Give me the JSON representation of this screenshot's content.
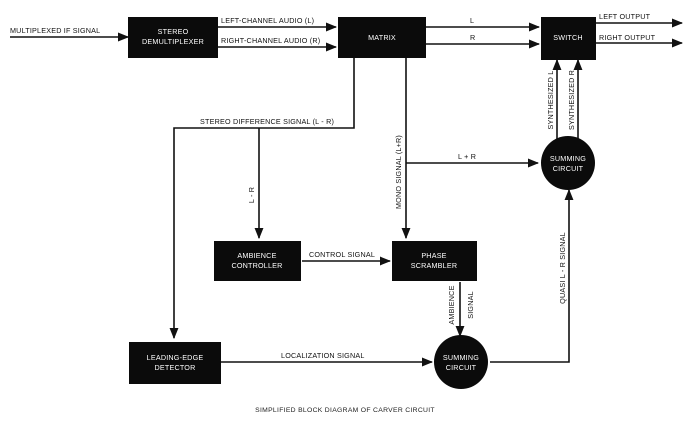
{
  "blocks": {
    "stereo_demux": [
      "STEREO",
      "DEMULTIPLEXER"
    ],
    "matrix": [
      "MATRIX"
    ],
    "switch": [
      "SWITCH"
    ],
    "summing_top": [
      "SUMMING",
      "CIRCUIT"
    ],
    "ambience_controller": [
      "AMBIENCE",
      "CONTROLLER"
    ],
    "phase_scrambler": [
      "PHASE",
      "SCRAMBLER"
    ],
    "leading_edge": [
      "LEADING-EDGE",
      "DETECTOR"
    ],
    "summing_bottom": [
      "SUMMING",
      "CIRCUIT"
    ]
  },
  "signals": {
    "input": "MULTIPLEXED IF SIGNAL",
    "left_audio": "LEFT-CHANNEL AUDIO (L)",
    "right_audio": "RIGHT-CHANNEL AUDIO (R)",
    "l": "L",
    "r": "R",
    "left_output": "LEFT OUTPUT",
    "right_output": "RIGHT OUTPUT",
    "stereo_difference": "STEREO DIFFERENCE SIGNAL (L - R)",
    "l_minus_r": "L - R",
    "mono_signal": "MONO SIGNAL (L+R)",
    "l_plus_r": "L + R",
    "synth_l": "SYNTHESIZED L",
    "synth_r": "SYNTHESIZED R",
    "control_signal": "CONTROL SIGNAL",
    "ambience_signal": [
      "AMBIENCE",
      "SIGNAL"
    ],
    "quasi": "QUASI L - R SIGNAL",
    "localization": "LOCALIZATION SIGNAL"
  },
  "caption": "SIMPLIFIED BLOCK DIAGRAM OF CARVER CIRCUIT"
}
